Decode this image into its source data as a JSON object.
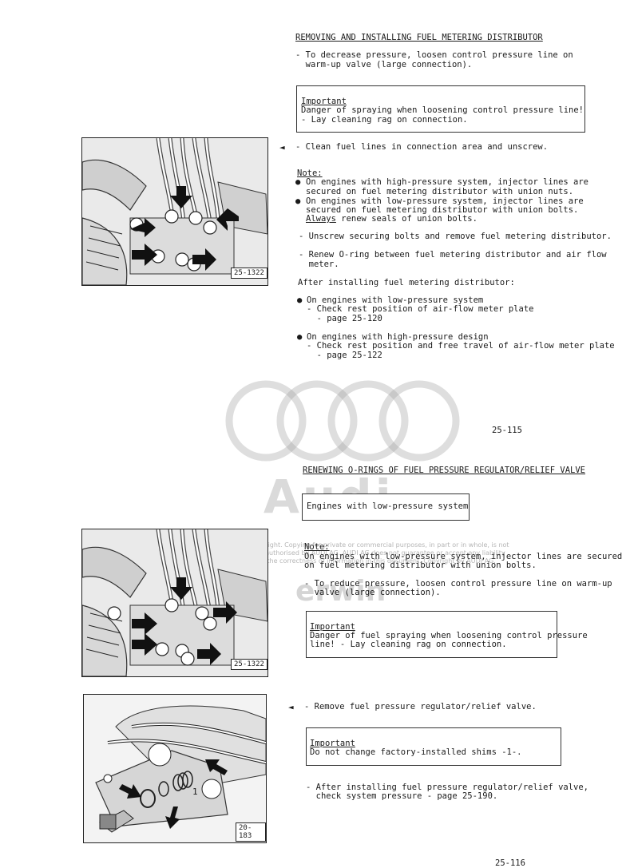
{
  "page1": {
    "title": "REMOVING AND INSTALLING FUEL METERING DISTRIBUTOR",
    "step1a": "- To decrease pressure, loosen control pressure line on",
    "step1b": "  warm-up valve (large connection).",
    "important_head": "Important",
    "important_l1": "Danger of spraying when loosening control pressure line!",
    "important_l2": "- Lay cleaning rag on connection.",
    "pointer": "◄",
    "step2": "- Clean fuel lines in connection area and unscrew.",
    "note_head": "Note:",
    "note1a": "On engines with high-pressure system, injector lines are",
    "note1b": "secured on fuel metering distributor with union nuts.",
    "note2a": "On engines with low-pressure system, injector lines are",
    "note2b": "secured on fuel metering distributor with union bolts.",
    "note2c_u": "Always",
    "note2c": " renew seals of union bolts.",
    "step3": "- Unscrew securing bolts and remove fuel metering distributor.",
    "step4a": "- Renew O-ring between fuel metering distributor and air flow",
    "step4b": "  meter.",
    "after": "After installing fuel metering distributor:",
    "low1": "On engines with low-pressure system",
    "low2": "- Check rest position of air-flow meter plate",
    "low3": "  - page 25-120",
    "high1": "On engines with high-pressure design",
    "high2": "- Check rest position and free travel of air-flow meter plate",
    "high3": "  - page 25-122",
    "page_no": "25-115",
    "fig_label": "25-1322"
  },
  "page2": {
    "title": "RENEWING O-RINGS OF FUEL PRESSURE REGULATOR/RELIEF VALVE",
    "engines_box": "Engines with low-pressure system",
    "note_head": "Note:",
    "note1": "On engines with low-pressure system, injector lines are secured",
    "note2": "on fuel metering distributor with union bolts.",
    "step1a": "- To reduce pressure, loosen control pressure line on warm-up",
    "step1b": "  valve (large connection).",
    "important_head": "Important",
    "important_l1": "Danger of fuel spraying when loosening control pressure",
    "important_l2": "line! - Lay cleaning rag on connection.",
    "pointer": "◄",
    "step2": "- Remove fuel pressure regulator/relief valve.",
    "important2_head": "Important",
    "important2_l1": "Do not change factory-installed shims -1-.",
    "step3a": "- After installing fuel pressure regulator/relief valve,",
    "step3b": "  check system pressure - page 25-190.",
    "page_no": "25-116",
    "fig1_label": "25-1322",
    "fig2_label": "20-183",
    "fig2_callout": "1"
  },
  "watermark": {
    "line1": "Protected by copyright. Copying for private or commercial purposes, in part or in whole, is not",
    "line2": "permitted unless authorised by AUDI AG. AUDI AG does not guarantee or accept any liability",
    "line3": "with respect to the correctness of information in this document. Copyright by AUDI AG.",
    "brand": "Audi",
    "user": "erwin"
  }
}
